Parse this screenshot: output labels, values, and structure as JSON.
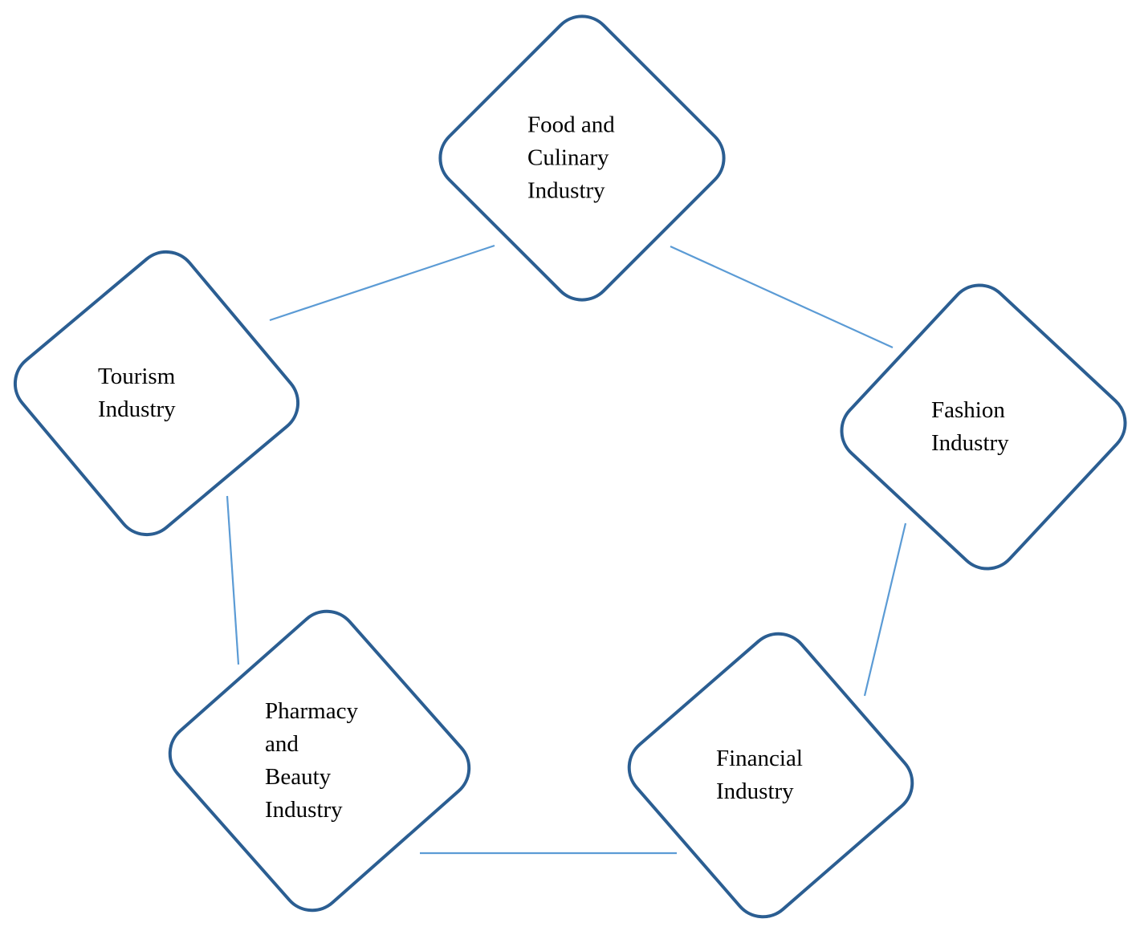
{
  "diagram": {
    "type": "cycle-diagram",
    "description": "Five industries arranged in a pentagon cycle of rounded diamond shapes connected by light blue lines",
    "colors": {
      "shape_border": "#2b5e92",
      "connector_line": "#5b9bd5",
      "text": "#000000",
      "background": "#ffffff"
    },
    "nodes": [
      {
        "id": "food-culinary",
        "position": "top",
        "label": "Food and Culinary Industry",
        "lines": [
          "Food and",
          "Culinary",
          "Industry"
        ]
      },
      {
        "id": "tourism",
        "position": "upper-left",
        "label": "Tourism Industry",
        "lines": [
          "Tourism",
          "Industry"
        ]
      },
      {
        "id": "fashion",
        "position": "upper-right",
        "label": "Fashion Industry",
        "lines": [
          "Fashion",
          "Industry"
        ]
      },
      {
        "id": "pharmacy-beauty",
        "position": "lower-left",
        "label": "Pharmacy and Beauty Industry",
        "lines": [
          "Pharmacy",
          "and",
          "Beauty",
          "Industry"
        ]
      },
      {
        "id": "financial",
        "position": "lower-right",
        "label": "Financial Industry",
        "lines": [
          "Financial",
          "Industry"
        ]
      }
    ],
    "connections": [
      "tourism - food-culinary",
      "food-culinary - fashion",
      "fashion - financial",
      "financial - pharmacy-beauty",
      "pharmacy-beauty - tourism"
    ]
  }
}
